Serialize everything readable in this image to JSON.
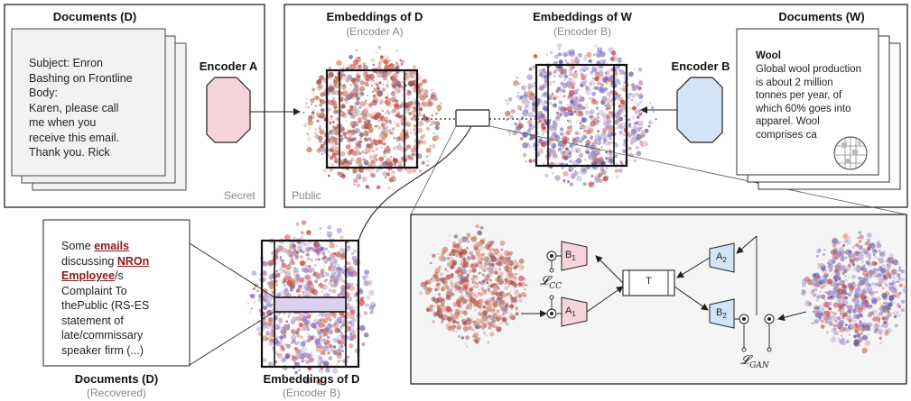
{
  "secret_panel": {
    "title": "Documents (D)",
    "email_lines": [
      "Subject: Enron",
      "Bashing on Frontline",
      "Body:",
      "Karen, please call",
      "me when you",
      "receive this email.",
      "Thank you. Rick"
    ],
    "corner_label": "Secret",
    "encoder_label": "Encoder A"
  },
  "public_panel": {
    "corner_label": "Public",
    "emb_d_title": "Embeddings of D",
    "emb_d_sub": "(Encoder A)",
    "emb_w_title": "Embeddings of W",
    "emb_w_sub": "(Encoder B)",
    "docs_w_title": "Documents (W)",
    "encoder_label": "Encoder B",
    "wiki_title": "Wool",
    "wiki_lines": [
      "Global wool production",
      "is about 2 million",
      "tonnes per year, of",
      "which 60% goes into",
      "apparel. Wool",
      "comprises ca"
    ]
  },
  "recovered": {
    "title": "Documents (D)",
    "sub": "(Recovered)",
    "emb_title": "Embeddings of D",
    "emb_sub": "(Encoder B)",
    "lines": [
      [
        {
          "t": "Some "
        },
        {
          "t": "emails",
          "hl": true
        }
      ],
      [
        {
          "t": "discussing "
        },
        {
          "t": "NROn",
          "hl": true
        }
      ],
      [
        {
          "t": "Employee",
          "hl": true
        },
        {
          "t": "/s"
        }
      ],
      [
        {
          "t": "Complaint To"
        }
      ],
      [
        {
          "t": "thePublic (RS-ES"
        }
      ],
      [
        {
          "t": "statement of"
        }
      ],
      [
        {
          "t": "late/commissary"
        }
      ],
      [
        {
          "t": "speaker firm (...)"
        }
      ]
    ]
  },
  "detail": {
    "b1": "B",
    "b1_sub": "1",
    "a1": "A",
    "a1_sub": "1",
    "a2": "A",
    "a2_sub": "2",
    "b2": "B",
    "b2_sub": "2",
    "t": "T",
    "loss_cc": "𝓛",
    "loss_cc_sub": "CC",
    "loss_gan": "𝓛",
    "loss_gan_sub": "GAN"
  },
  "colors": {
    "encoder_a": "#f7d3dc",
    "encoder_b": "#d4e4f7",
    "recovered_band": "#dcd2ee",
    "detail_bg": "#f5f5f5",
    "highlight": "#8b1a1a"
  }
}
